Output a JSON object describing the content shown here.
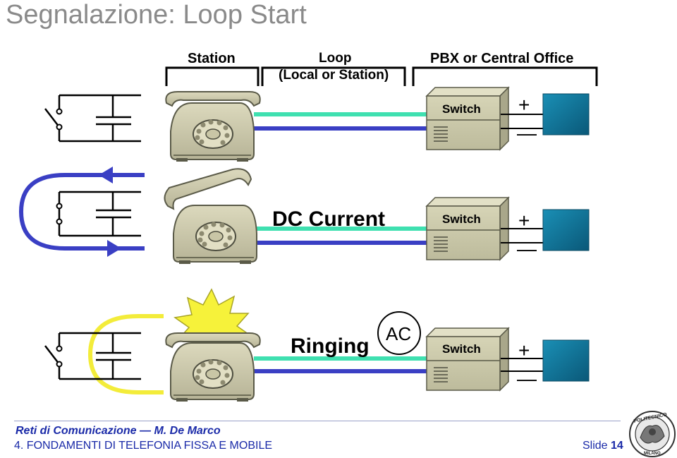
{
  "slide": {
    "title": "Segnalazione: Loop Start"
  },
  "headers": {
    "station": "Station",
    "loop_line1": "Loop",
    "loop_line2": "(Local or Station)",
    "pbx": "PBX or Central Office"
  },
  "rows": [
    {
      "state": "idle",
      "switch_label": "Switch",
      "plus": "+",
      "minus": "—"
    },
    {
      "state": "offhook",
      "caption": "DC Current",
      "switch_label": "Switch",
      "plus": "+",
      "minus": "—"
    },
    {
      "state": "ringing",
      "caption": "Ringing",
      "ac_label": "AC",
      "switch_label": "Switch",
      "plus": "+",
      "minus": "—"
    }
  ],
  "footer": {
    "course": "Reti di Comunicazione — M. De Marco",
    "chapter": "4. FONDAMENTI DI TELEFONIA FISSA E MOBILE",
    "slide_prefix": "Slide",
    "slide_number": "14",
    "logo_text_top": "POLITECNICO",
    "logo_text_bottom": "MILANO"
  },
  "colors": {
    "tip_wire": "#3fe0b0",
    "ring_wire": "#3a3fc4",
    "loop_arc": "#3a3fc4",
    "ring_arc": "#f3ec3a",
    "battery": "#0f6d8e",
    "phone_body": "#c9c6a6",
    "switch_box": "#c8c6a6",
    "title": "#8a8a8a",
    "footer_text": "#1a2aa8"
  }
}
